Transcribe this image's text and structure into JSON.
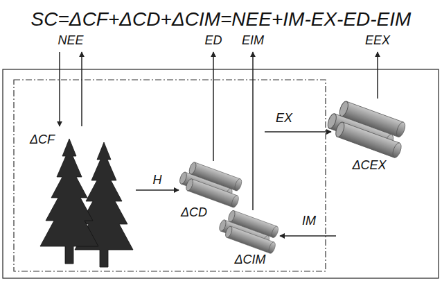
{
  "diagram": {
    "title": "SC=ΔCF+ΔCD+ΔCIM=NEE+IM-EX-ED-EIM",
    "nodes": [
      {
        "text": [
          "ΔCF"
        ]
      },
      {
        "text": [
          "ΔCD"
        ]
      },
      {
        "text": [
          "ΔCIM"
        ]
      },
      {
        "text": [
          "ΔCEX"
        ]
      }
    ],
    "edges": [
      {
        "from": 0,
        "to": 1,
        "label": "H",
        "arrow": "to"
      }
    ],
    "labels": [
      "NEE",
      "ED",
      "EIM",
      "EEX",
      "EX",
      "IM"
    ]
  }
}
